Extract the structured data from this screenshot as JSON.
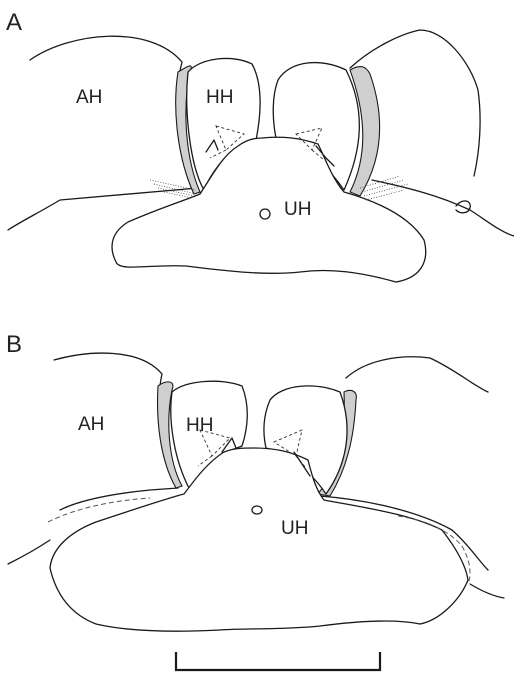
{
  "panels": [
    {
      "letter": "A",
      "labels": {
        "ah": "AH",
        "hh": "HH",
        "uh": "UH"
      }
    },
    {
      "letter": "B",
      "labels": {
        "ah": "AH",
        "hh": "HH",
        "uh": "UH"
      }
    }
  ],
  "colors": {
    "line": "#1a1a1a",
    "shade": "#cfcfcf",
    "background": "#ffffff"
  }
}
